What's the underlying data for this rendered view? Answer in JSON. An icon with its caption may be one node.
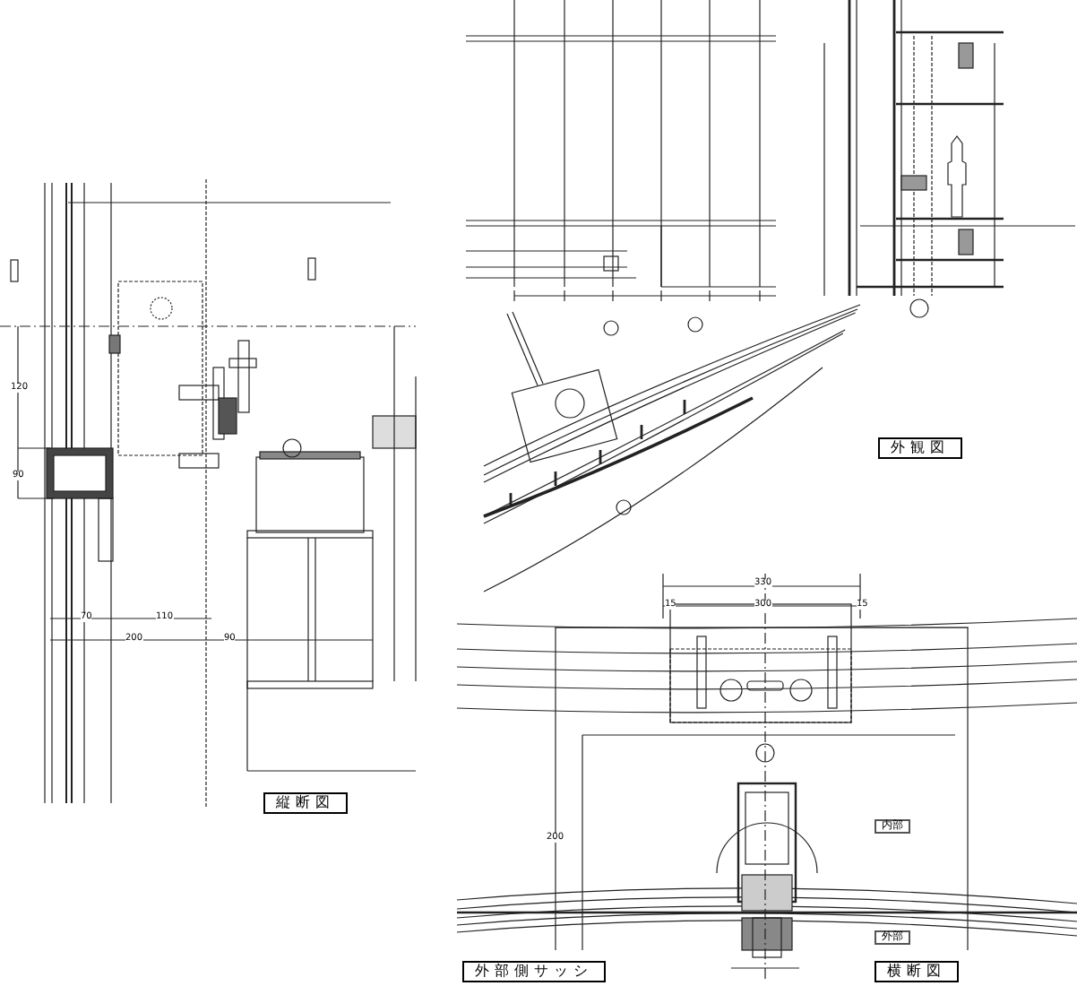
{
  "diagram": {
    "labels": [
      "縦断図",
      "外観図",
      "横断図",
      "外部側サッシ",
      "内部",
      "外部",
      "120",
      "90",
      "70",
      "110",
      "200",
      "90",
      "330",
      "300",
      "15",
      "15",
      "200"
    ]
  }
}
